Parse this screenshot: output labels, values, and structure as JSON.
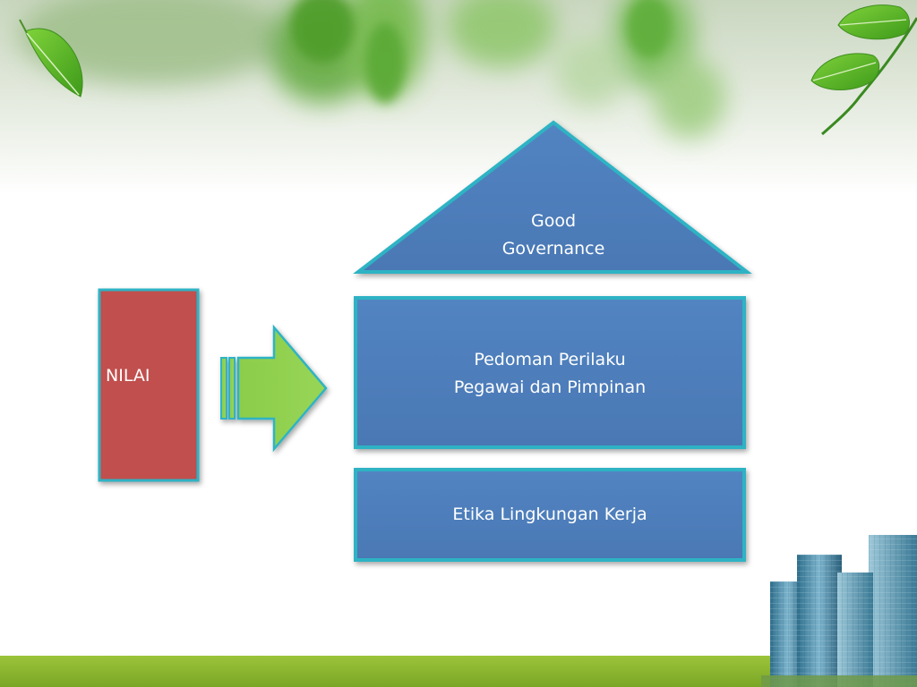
{
  "diagram": {
    "roof": {
      "line1": "Good",
      "line2": "Governance"
    },
    "middle_block": {
      "line1": "Pedoman Perilaku",
      "line2": "Pegawai dan Pimpinan"
    },
    "bottom_block": {
      "text": "Etika Lingkungan Kerja"
    },
    "value_box": {
      "text": "NILAI"
    }
  },
  "colors": {
    "block_fill": "#4F7FBE",
    "block_border": "#2DB3C4",
    "value_fill": "#C0504D",
    "arrow_fill": "#92D050",
    "bar_green": "#8DB72F"
  },
  "icons": [
    "leaf-icon",
    "building-icon"
  ]
}
